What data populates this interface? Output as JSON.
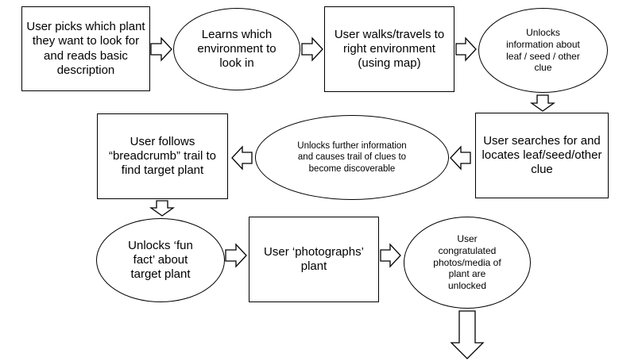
{
  "flowchart": {
    "nodes": [
      {
        "id": "pick-plant",
        "shape": "rect",
        "text": "User picks which plant\nthey want to look for\nand reads basic\ndescription"
      },
      {
        "id": "learn-environment",
        "shape": "ellipse",
        "text": "Learns which\nenvironment to\nlook in"
      },
      {
        "id": "travel-environment",
        "shape": "rect",
        "text": "User walks/travels to\nright environment\n(using map)"
      },
      {
        "id": "unlock-clue-info",
        "shape": "ellipse",
        "text": "Unlocks\ninformation about\nleaf / seed / other\nclue"
      },
      {
        "id": "search-clue",
        "shape": "rect",
        "text": "User searches for and\nlocates leaf/seed/other\nclue"
      },
      {
        "id": "unlock-trail",
        "shape": "ellipse",
        "text": "Unlocks further information\nand causes trail of clues to\nbecome discoverable"
      },
      {
        "id": "follow-trail",
        "shape": "rect",
        "text": "User follows\n“breadcrumb” trail to\nfind target plant"
      },
      {
        "id": "unlock-fun-fact",
        "shape": "ellipse",
        "text": "Unlocks ‘fun\nfact’ about\ntarget plant"
      },
      {
        "id": "photograph-plant",
        "shape": "rect",
        "text": "User ‘photographs’\nplant"
      },
      {
        "id": "congratulated",
        "shape": "ellipse",
        "text": "User\ncongratulated\nphotos/media of\nplant are\nunlocked"
      }
    ],
    "edges": [
      {
        "from": "pick-plant",
        "to": "learn-environment",
        "direction": "right"
      },
      {
        "from": "learn-environment",
        "to": "travel-environment",
        "direction": "right"
      },
      {
        "from": "travel-environment",
        "to": "unlock-clue-info",
        "direction": "right"
      },
      {
        "from": "unlock-clue-info",
        "to": "search-clue",
        "direction": "down"
      },
      {
        "from": "search-clue",
        "to": "unlock-trail",
        "direction": "left"
      },
      {
        "from": "unlock-trail",
        "to": "follow-trail",
        "direction": "left"
      },
      {
        "from": "follow-trail",
        "to": "unlock-fun-fact",
        "direction": "down"
      },
      {
        "from": "unlock-fun-fact",
        "to": "photograph-plant",
        "direction": "right"
      },
      {
        "from": "photograph-plant",
        "to": "congratulated",
        "direction": "right"
      },
      {
        "from": "congratulated",
        "to": "",
        "direction": "down"
      }
    ]
  }
}
